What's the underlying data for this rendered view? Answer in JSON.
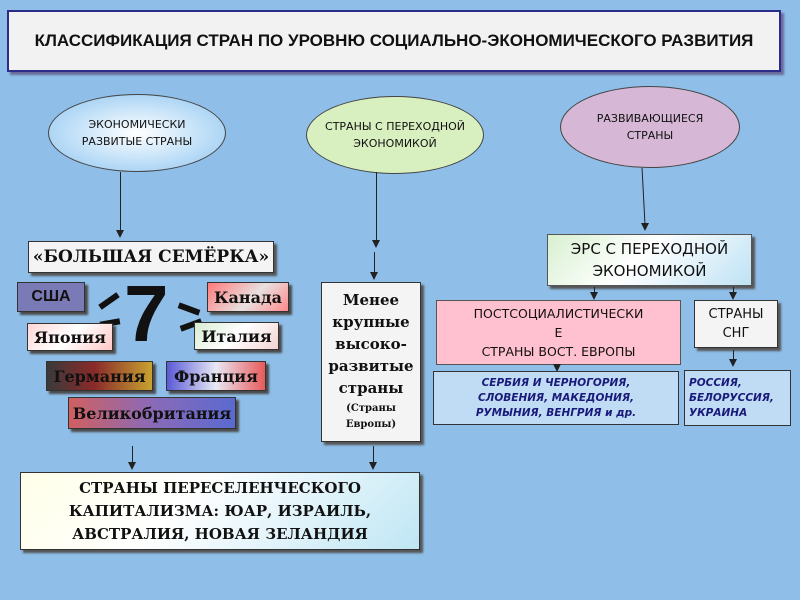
{
  "title": "КЛАССИФИКАЦИЯ СТРАН ПО УРОВНЮ СОЦИАЛЬНО-ЭКОНОМИЧЕСКОГО РАЗВИТИЯ",
  "categories": {
    "developed": "ЭКОНОМИЧЕСКИ\nРАЗВИТЫЕ СТРАНЫ",
    "transition": "СТРАНЫ С ПЕРЕХОДНОЙ\nЭКОНОМИКОЙ",
    "developing": "РАЗВИВАЮЩИЕСЯ\nСТРАНЫ"
  },
  "g7": {
    "label": "«БОЛЬШАЯ СЕМЁРКА»",
    "number": "7",
    "countries": [
      "США",
      "Канада",
      "Япония",
      "Италия",
      "Германия",
      "Франция",
      "Великобритания"
    ]
  },
  "smaller_developed": {
    "text": "Менее\nкрупные\nвысоко-\nразвитые\nстраны",
    "note": "(Страны\nЕвропы)"
  },
  "settler": {
    "text": "СТРАНЫ ПЕРЕСЕЛЕНЧЕСКОГО\nКАПИТАЛИЗМА: ЮАР, ИЗРАИЛЬ,\nАВСТРАЛИЯ, НОВАЯ ЗЕЛАНДИЯ"
  },
  "ers_transition": "ЭРС С ПЕРЕХОДНОЙ\nЭКОНОМИКОЙ",
  "post_socialist": {
    "text": "ПОСТСОЦИАЛИСТИЧЕСКИ\nЕ\nСТРАНЫ ВОСТ. ЕВРОПЫ",
    "examples": "СЕРБИЯ И ЧЕРНОГОРИЯ,\nСЛОВЕНИЯ, МАКЕДОНИЯ,\nРУМЫНИЯ, ВЕНГРИЯ и др."
  },
  "cis": {
    "text": "СТРАНЫ\nСНГ",
    "examples": "РОССИЯ,\nБЕЛОРУССИЯ,\nУКРАИНА"
  }
}
